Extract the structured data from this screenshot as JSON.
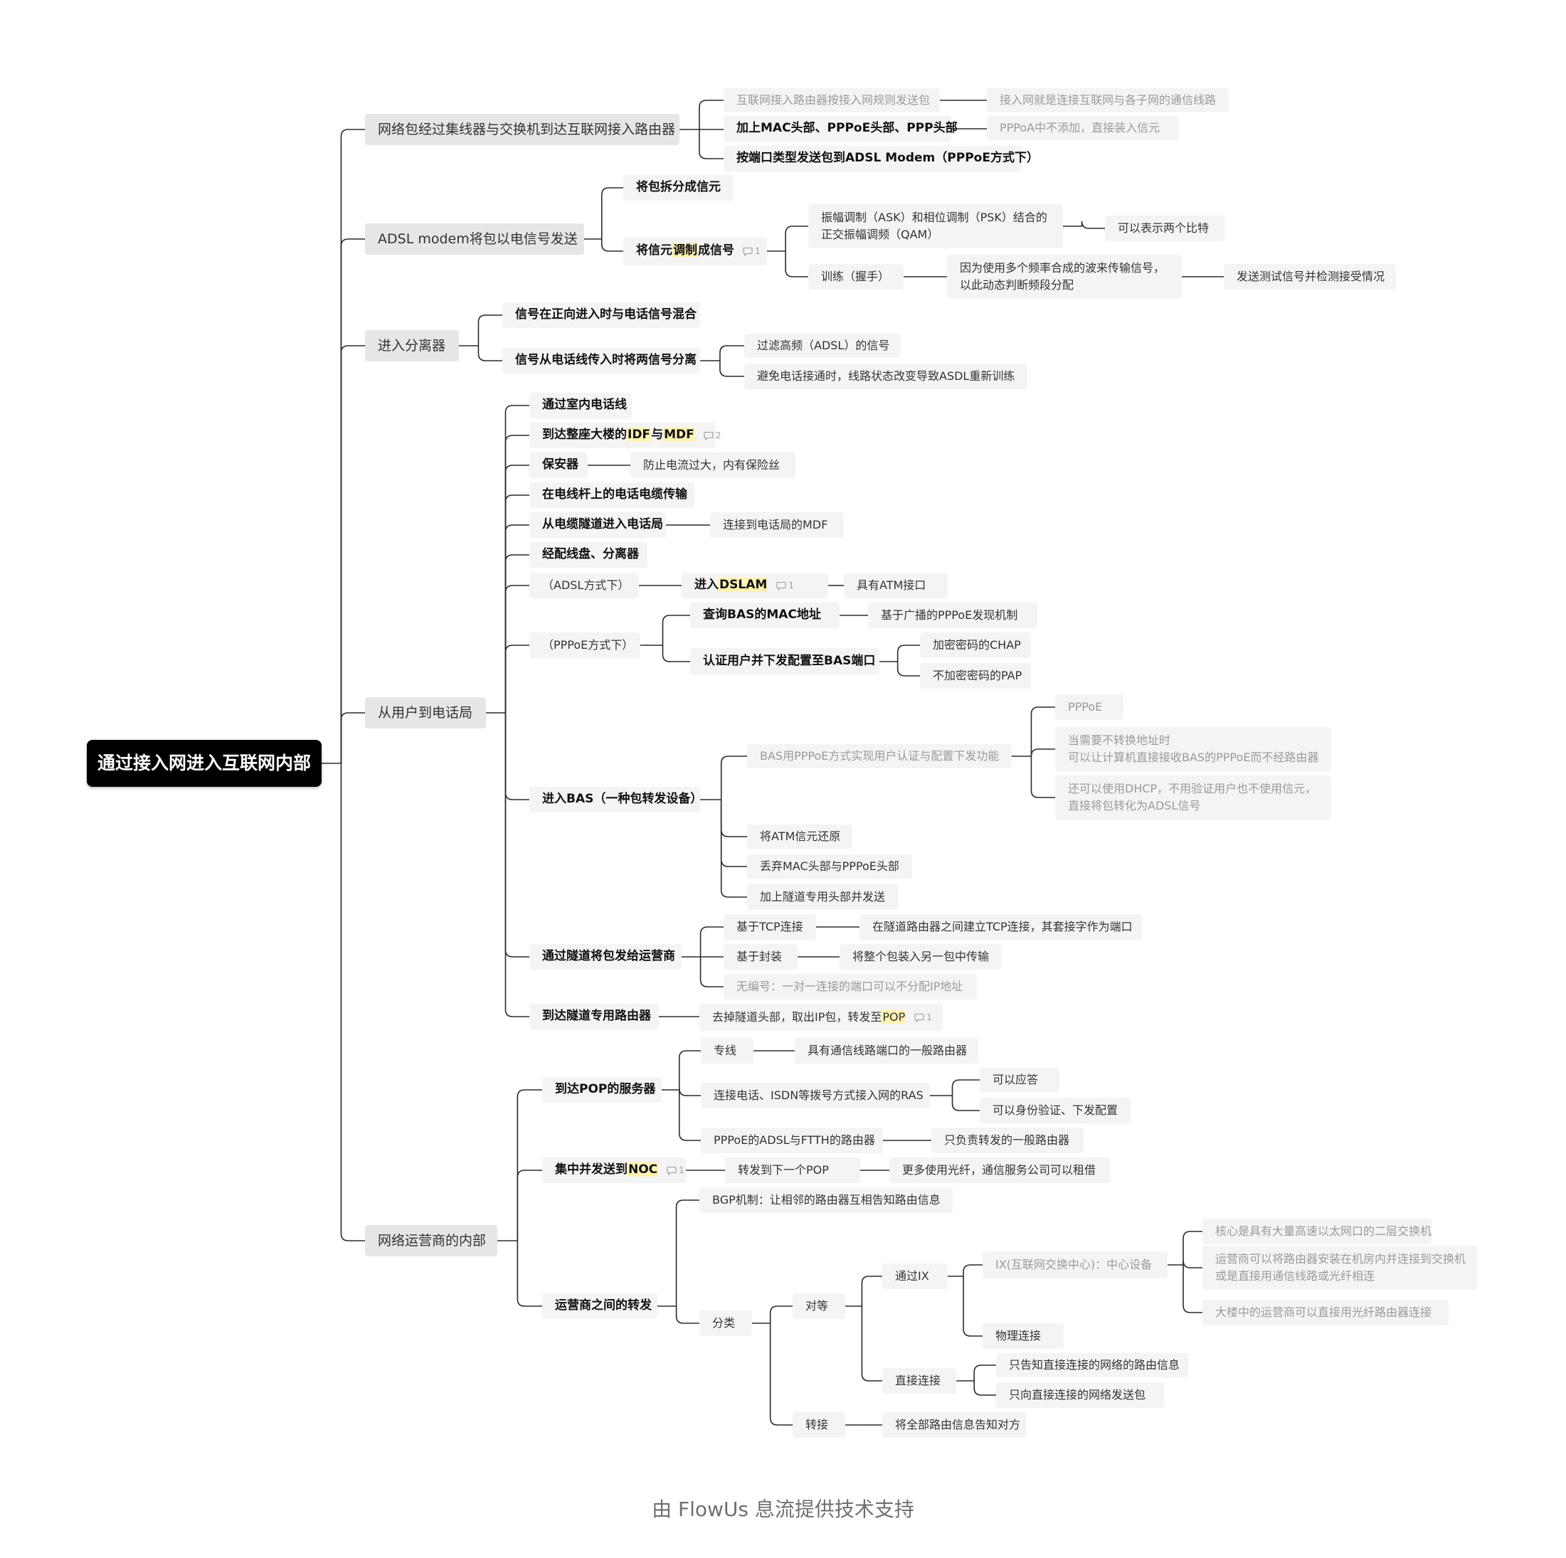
{
  "mindmap": {
    "root": "通过接入网进入互联网内部",
    "nodes": [
      {
        "id": "a",
        "parent": "root",
        "text": "网络包经过集线器与交换机到达互联网接入路由器",
        "style": "l1"
      },
      {
        "id": "a1",
        "parent": "a",
        "text": "互联网接入路由器按接入网规则发送包",
        "style": "gray"
      },
      {
        "id": "a1a",
        "parent": "a1",
        "text": "接入网就是连接互联网与各子网的通信线路",
        "style": "gray"
      },
      {
        "id": "a2",
        "parent": "a",
        "text": "加上MAC头部、PPPoE头部、PPP头部",
        "style": "bold"
      },
      {
        "id": "a2a",
        "parent": "a2",
        "text": "PPPoA中不添加，直接装入信元",
        "style": "gray"
      },
      {
        "id": "a3",
        "parent": "a",
        "text": "按端口类型发送包到ADSL Modem（PPPoE方式下）",
        "style": "bold"
      },
      {
        "id": "b",
        "parent": "root",
        "text": "ADSL modem将包以电信号发送",
        "style": "l1"
      },
      {
        "id": "b1",
        "parent": "b",
        "text": "将包拆分成信元",
        "style": "bold"
      },
      {
        "id": "b2",
        "parent": "b",
        "parts": [
          {
            "t": "将信元"
          },
          {
            "t": "调制",
            "hl": true
          },
          {
            "t": "成信号"
          }
        ],
        "comments": "1",
        "style": "bold"
      },
      {
        "id": "b2a",
        "parent": "b2",
        "lines": [
          "振幅调制（ASK）和相位调制（PSK）结合的",
          "正交振幅调频（QAM）"
        ],
        "style": "normal"
      },
      {
        "id": "b2a1",
        "parent": "b2a",
        "text": "可以表示两个比特",
        "style": "normal"
      },
      {
        "id": "b2b",
        "parent": "b2",
        "text": "训练（握手）",
        "style": "normal"
      },
      {
        "id": "b2b1",
        "parent": "b2b",
        "lines": [
          "因为使用多个频率合成的波来传输信号，",
          "以此动态判断频段分配"
        ],
        "style": "normal"
      },
      {
        "id": "b2b2",
        "parent": "b2b1",
        "text": "发送测试信号并检测接受情况",
        "style": "normal"
      },
      {
        "id": "c",
        "parent": "root",
        "text": "进入分离器",
        "style": "l1"
      },
      {
        "id": "c1",
        "parent": "c",
        "text": "信号在正向进入时与电话信号混合",
        "style": "bold"
      },
      {
        "id": "c2",
        "parent": "c",
        "text": "信号从电话线传入时将两信号分离",
        "style": "bold"
      },
      {
        "id": "c2a",
        "parent": "c2",
        "text": "过滤高频（ADSL）的信号",
        "style": "normal"
      },
      {
        "id": "c2b",
        "parent": "c2",
        "text": "避免电话接通时，线路状态改变导致ASDL重新训练",
        "style": "normal"
      },
      {
        "id": "d",
        "parent": "root",
        "text": "从用户到电话局",
        "style": "l1"
      },
      {
        "id": "d1",
        "parent": "d",
        "text": "通过室内电话线",
        "style": "bold"
      },
      {
        "id": "d2",
        "parent": "d",
        "parts": [
          {
            "t": "到达整座大楼的"
          },
          {
            "t": "IDF",
            "hl": true
          },
          {
            "t": "与"
          },
          {
            "t": "MDF",
            "hl": true
          }
        ],
        "comments": "2",
        "style": "bold"
      },
      {
        "id": "d3",
        "parent": "d",
        "text": "保安器",
        "style": "bold"
      },
      {
        "id": "d3a",
        "parent": "d3",
        "text": "防止电流过大，内有保险丝",
        "style": "normal"
      },
      {
        "id": "d4",
        "parent": "d",
        "text": "在电线杆上的电话电缆传输",
        "style": "bold"
      },
      {
        "id": "d5",
        "parent": "d",
        "text": "从电缆隧道进入电话局",
        "style": "bold"
      },
      {
        "id": "d5a",
        "parent": "d5",
        "text": "连接到电话局的MDF",
        "style": "normal"
      },
      {
        "id": "d6",
        "parent": "d",
        "text": "经配线盘、分离器",
        "style": "bold"
      },
      {
        "id": "d7",
        "parent": "d",
        "text": "（ADSL方式下）",
        "style": "normal"
      },
      {
        "id": "d7a",
        "parent": "d7",
        "parts": [
          {
            "t": "进入"
          },
          {
            "t": "DSLAM",
            "hl": true
          }
        ],
        "comments": "1",
        "style": "bold"
      },
      {
        "id": "d7a1",
        "parent": "d7a",
        "text": "具有ATM接口",
        "style": "normal"
      },
      {
        "id": "d8",
        "parent": "d",
        "text": "（PPPoE方式下）",
        "style": "normal"
      },
      {
        "id": "d8a",
        "parent": "d8",
        "text": "查询BAS的MAC地址",
        "style": "bold"
      },
      {
        "id": "d8a1",
        "parent": "d8a",
        "text": "基于广播的PPPoE发现机制",
        "style": "normal"
      },
      {
        "id": "d8b",
        "parent": "d8",
        "text": "认证用户并下发配置至BAS端口",
        "style": "bold"
      },
      {
        "id": "d8b1",
        "parent": "d8b",
        "text": "加密密码的CHAP",
        "style": "normal"
      },
      {
        "id": "d8b2",
        "parent": "d8b",
        "text": "不加密密码的PAP",
        "style": "normal"
      },
      {
        "id": "d9",
        "parent": "d",
        "text": "进入BAS（一种包转发设备）",
        "style": "bold"
      },
      {
        "id": "d9a",
        "parent": "d9",
        "text": "BAS用PPPoE方式实现用户认证与配置下发功能",
        "style": "gray"
      },
      {
        "id": "d9a1",
        "parent": "d9a",
        "text": "PPPoE",
        "style": "gray"
      },
      {
        "id": "d9a2",
        "parent": "d9a",
        "lines": [
          "当需要不转换地址时",
          "可以让计算机直接接收BAS的PPPoE而不经路由器"
        ],
        "style": "gray"
      },
      {
        "id": "d9a3",
        "parent": "d9a",
        "lines": [
          "还可以使用DHCP，不用验证用户也不使用信元，",
          "直接将包转化为ADSL信号"
        ],
        "style": "gray"
      },
      {
        "id": "d9b",
        "parent": "d9",
        "text": "将ATM信元还原",
        "style": "normal"
      },
      {
        "id": "d9c",
        "parent": "d9",
        "text": "丢弃MAC头部与PPPoE头部",
        "style": "normal"
      },
      {
        "id": "d9d",
        "parent": "d9",
        "text": "加上隧道专用头部并发送",
        "style": "normal"
      },
      {
        "id": "d10",
        "parent": "d",
        "text": "通过隧道将包发给运营商",
        "style": "bold"
      },
      {
        "id": "d10a",
        "parent": "d10",
        "text": "基于TCP连接",
        "style": "normal"
      },
      {
        "id": "d10a1",
        "parent": "d10a",
        "text": "在隧道路由器之间建立TCP连接，其套接字作为端口",
        "style": "normal"
      },
      {
        "id": "d10b",
        "parent": "d10",
        "text": "基于封装",
        "style": "normal"
      },
      {
        "id": "d10b1",
        "parent": "d10b",
        "text": "将整个包装入另一包中传输",
        "style": "normal"
      },
      {
        "id": "d10c",
        "parent": "d10",
        "text": "无编号：一对一连接的端口可以不分配IP地址",
        "style": "gray"
      },
      {
        "id": "d11",
        "parent": "d",
        "text": "到达隧道专用路由器",
        "style": "bold"
      },
      {
        "id": "d11a",
        "parent": "d11",
        "parts": [
          {
            "t": "去掉隧道头部，取出IP包，转发至"
          },
          {
            "t": "POP",
            "hl": true
          }
        ],
        "comments": "1",
        "style": "normal"
      },
      {
        "id": "e",
        "parent": "root",
        "text": "网络运营商的内部",
        "style": "l1"
      },
      {
        "id": "e1",
        "parent": "e",
        "text": "到达POP的服务器",
        "style": "bold"
      },
      {
        "id": "e1a",
        "parent": "e1",
        "text": "专线",
        "style": "normal"
      },
      {
        "id": "e1a1",
        "parent": "e1a",
        "text": "具有通信线路端口的一般路由器",
        "style": "normal"
      },
      {
        "id": "e1b",
        "parent": "e1",
        "text": "连接电话、ISDN等拨号方式接入网的RAS",
        "style": "normal"
      },
      {
        "id": "e1b1",
        "parent": "e1b",
        "text": "可以应答",
        "style": "normal"
      },
      {
        "id": "e1b2",
        "parent": "e1b",
        "text": "可以身份验证、下发配置",
        "style": "normal"
      },
      {
        "id": "e1c",
        "parent": "e1",
        "text": "PPPoE的ADSL与FTTH的路由器",
        "style": "normal"
      },
      {
        "id": "e1c1",
        "parent": "e1c",
        "text": "只负责转发的一般路由器",
        "style": "normal"
      },
      {
        "id": "e2",
        "parent": "e",
        "parts": [
          {
            "t": "集中并发送到"
          },
          {
            "t": "NOC",
            "hl": true
          }
        ],
        "comments": "1",
        "style": "bold"
      },
      {
        "id": "e2a",
        "parent": "e2",
        "text": "转发到下一个POP",
        "style": "normal"
      },
      {
        "id": "e2a1",
        "parent": "e2a",
        "text": "更多使用光纤，通信服务公司可以租借",
        "style": "normal"
      },
      {
        "id": "e3",
        "parent": "e",
        "text": "运营商之间的转发",
        "style": "bold"
      },
      {
        "id": "e3a",
        "parent": "e3",
        "text": "BGP机制：让相邻的路由器互相告知路由信息",
        "style": "normal"
      },
      {
        "id": "e3b",
        "parent": "e3",
        "text": "分类",
        "style": "normal"
      },
      {
        "id": "e3b1",
        "parent": "e3b",
        "text": "对等",
        "style": "normal"
      },
      {
        "id": "e3b1a",
        "parent": "e3b1",
        "text": "通过IX",
        "style": "normal"
      },
      {
        "id": "e3b1a1",
        "parent": "e3b1a",
        "text": "IX(互联网交换中心)：中心设备",
        "style": "gray"
      },
      {
        "id": "e3b1a1a",
        "parent": "e3b1a1",
        "text": "核心是具有大量高速以太网口的二层交换机",
        "style": "gray"
      },
      {
        "id": "e3b1a1b",
        "parent": "e3b1a1",
        "lines": [
          "运营商可以将路由器安装在机房内并连接到交换机",
          "或是直接用通信线路或光纤相连"
        ],
        "style": "gray"
      },
      {
        "id": "e3b1a1c",
        "parent": "e3b1a1",
        "text": "大楼中的运营商可以直接用光纤路由器连接",
        "style": "gray"
      },
      {
        "id": "e3b1a2",
        "parent": "e3b1a",
        "text": "物理连接",
        "style": "normal"
      },
      {
        "id": "e3b1b",
        "parent": "e3b1",
        "text": "直接连接",
        "style": "normal"
      },
      {
        "id": "e3b1b1",
        "parent": "e3b1b",
        "text": "只告知直接连接的网络的路由信息",
        "style": "normal"
      },
      {
        "id": "e3b1b2",
        "parent": "e3b1b",
        "text": "只向直接连接的网络发送包",
        "style": "normal"
      },
      {
        "id": "e3b2",
        "parent": "e3b",
        "text": "转接",
        "style": "normal"
      },
      {
        "id": "e3b2a",
        "parent": "e3b2",
        "text": "将全部路由信息告知对方",
        "style": "normal"
      }
    ]
  },
  "footer": "由 FlowUs 息流提供技术支持",
  "colors": {
    "line": "#2b2b2b",
    "node_bg": "#f4f4f4",
    "l1_bg": "#e6e6e6",
    "root_bg": "#000000",
    "highlight": "#fff2b3",
    "gray_text": "#9a9a9a"
  }
}
